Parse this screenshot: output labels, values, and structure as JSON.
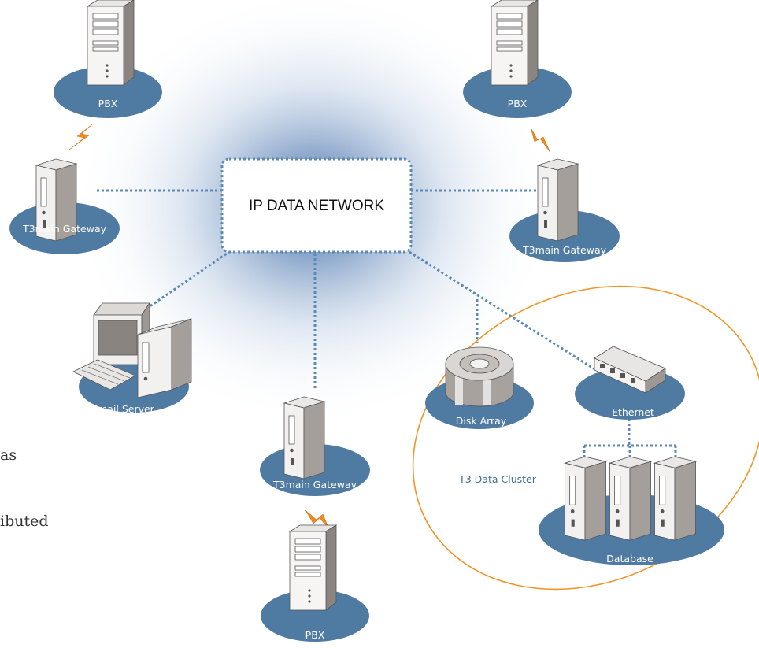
{
  "center": {
    "label": "IP DATA NETWORK"
  },
  "nodes": {
    "pbx_top_left": "PBX",
    "pbx_top_right": "PBX",
    "pbx_bottom": "PBX",
    "gateway_left": "T3main Gateway",
    "gateway_right": "T3main Gateway",
    "gateway_bottom": "T3main Gateway",
    "email_server": "Email Server",
    "disk_array": "Disk Array",
    "ethernet": "Ethernet",
    "database": "Database"
  },
  "cluster": {
    "label": "T3 Data Cluster"
  },
  "edge_text": [
    "as",
    "ibuted"
  ],
  "colors": {
    "node_base": "#4f7ba3",
    "link": "#5b88b4",
    "cluster_outline": "#f29426",
    "lightning": "#f08a1c",
    "glow": "#3e6aa6"
  }
}
